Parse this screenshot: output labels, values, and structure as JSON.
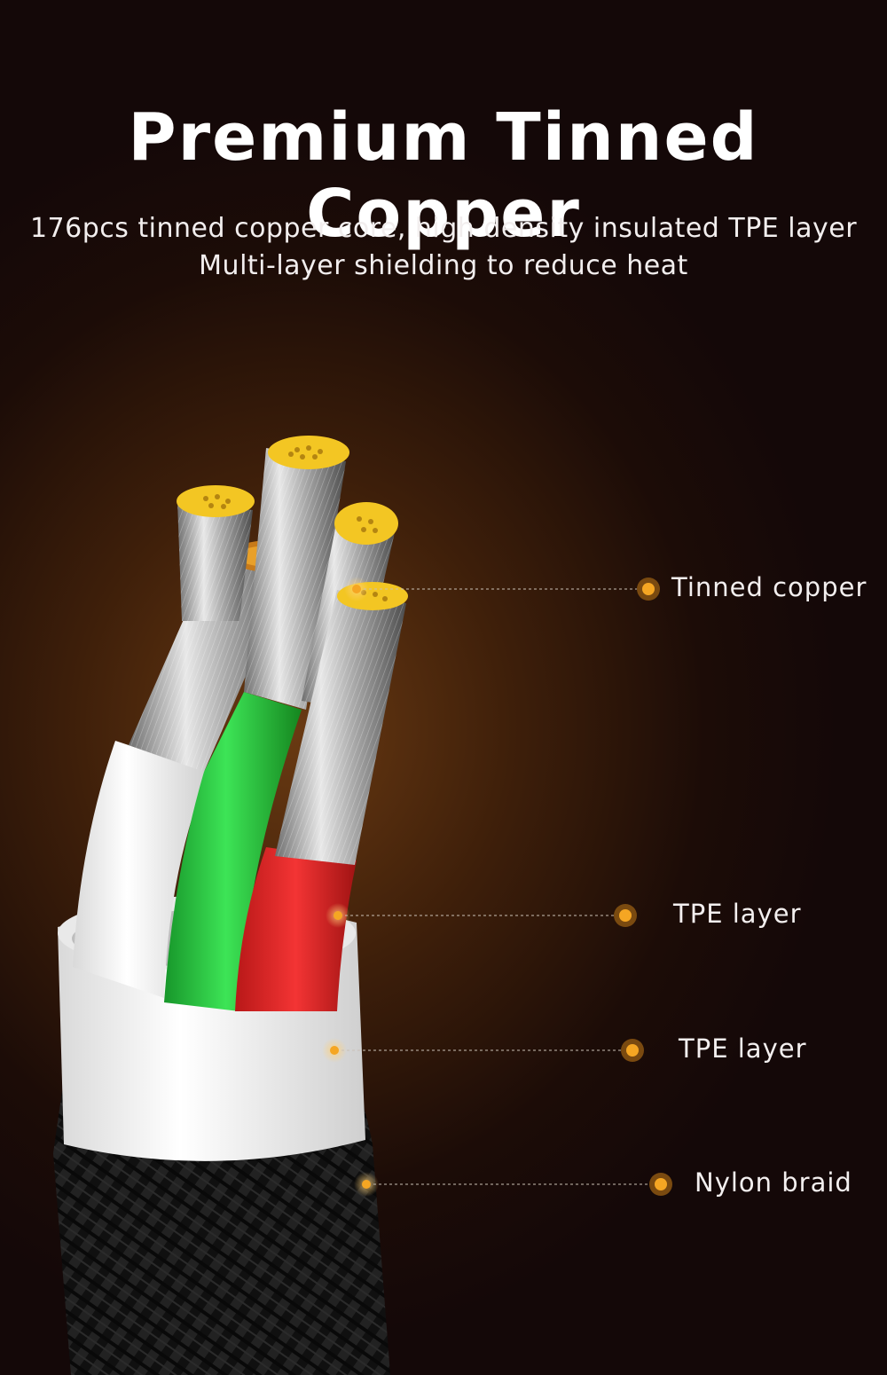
{
  "headline": "Premium Tinned Copper",
  "subtitle_line1": "176pcs tinned copper core, high density insulated TPE layer",
  "subtitle_line2": "Multi-layer shielding to reduce heat",
  "callouts": [
    {
      "label": "Tinned copper"
    },
    {
      "label": "TPE layer"
    },
    {
      "label": "TPE layer"
    },
    {
      "label": "Nylon braid"
    }
  ],
  "colors": {
    "accent_dot": "#f5a623",
    "wire_white": "#f4f4f4",
    "wire_green": "#2fd245",
    "wire_red": "#ee2a2a",
    "copper_tip": "#f3c623",
    "braid": "#1c1c1c"
  }
}
